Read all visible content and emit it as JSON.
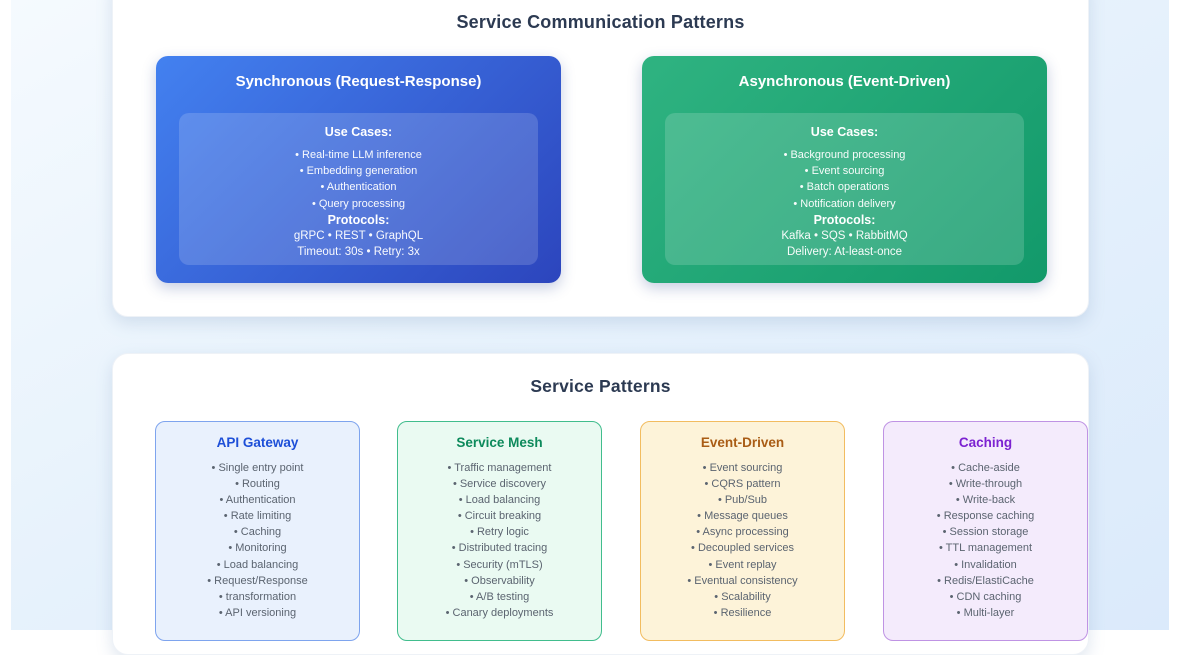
{
  "colors": {
    "page_bg": "#ffffff",
    "canvas_gradient_start": "#f5fafe",
    "canvas_gradient_end": "#dbeafb",
    "section_title": "#2c3a52",
    "sync_gradient_start": "#4381f0",
    "sync_gradient_end": "#2c45bd",
    "async_gradient_start": "#2fb381",
    "async_gradient_end": "#12996a",
    "inner_panel_overlay": "rgba(255,255,255,0.16)",
    "pattern_item_text": "#5b6470"
  },
  "communication": {
    "title": "Service Communication Patterns",
    "boxes": [
      {
        "title": "Synchronous (Request-Response)",
        "use_cases_label": "Use Cases:",
        "use_cases": [
          "• Real-time LLM inference",
          "• Embedding generation",
          "• Authentication",
          "• Query processing"
        ],
        "protocols_label": "Protocols:",
        "protocols": "gRPC • REST • GraphQL",
        "note": "Timeout: 30s • Retry: 3x"
      },
      {
        "title": "Asynchronous (Event-Driven)",
        "use_cases_label": "Use Cases:",
        "use_cases": [
          "• Background processing",
          "• Event sourcing",
          "• Batch operations",
          "• Notification delivery"
        ],
        "protocols_label": "Protocols:",
        "protocols": "Kafka • SQS • RabbitMQ",
        "note": "Delivery: At-least-once"
      }
    ]
  },
  "patterns": {
    "title": "Service Patterns",
    "cards": [
      {
        "title": "API Gateway",
        "title_color": "#1d4fd8",
        "border_color": "#7ea4ee",
        "bg_color": "#e9f1fd",
        "items": [
          "• Single entry point",
          "• Routing",
          "• Authentication",
          "• Rate limiting",
          "• Caching",
          "• Monitoring",
          "• Load balancing",
          "• Request/Response",
          "• transformation",
          "• API versioning"
        ]
      },
      {
        "title": "Service Mesh",
        "title_color": "#0d8a5c",
        "border_color": "#41bd8d",
        "bg_color": "#eafaf2",
        "items": [
          "• Traffic management",
          "• Service discovery",
          "• Load balancing",
          "• Circuit breaking",
          "• Retry logic",
          "• Distributed tracing",
          "• Security (mTLS)",
          "• Observability",
          "• A/B testing",
          "• Canary deployments"
        ]
      },
      {
        "title": "Event-Driven",
        "title_color": "#a95c15",
        "border_color": "#f2bc60",
        "bg_color": "#fdf3d9",
        "items": [
          "• Event sourcing",
          "• CQRS pattern",
          "• Pub/Sub",
          "• Message queues",
          "• Async processing",
          "• Decoupled services",
          "• Event replay",
          "• Eventual consistency",
          "• Scalability",
          "• Resilience"
        ]
      },
      {
        "title": "Caching",
        "title_color": "#7c22d1",
        "border_color": "#bf93e4",
        "bg_color": "#f4ebfc",
        "items": [
          "• Cache-aside",
          "• Write-through",
          "• Write-back",
          "• Response caching",
          "• Session storage",
          "• TTL management",
          "• Invalidation",
          "• Redis/ElastiCache",
          "• CDN caching",
          "• Multi-layer"
        ]
      }
    ]
  }
}
